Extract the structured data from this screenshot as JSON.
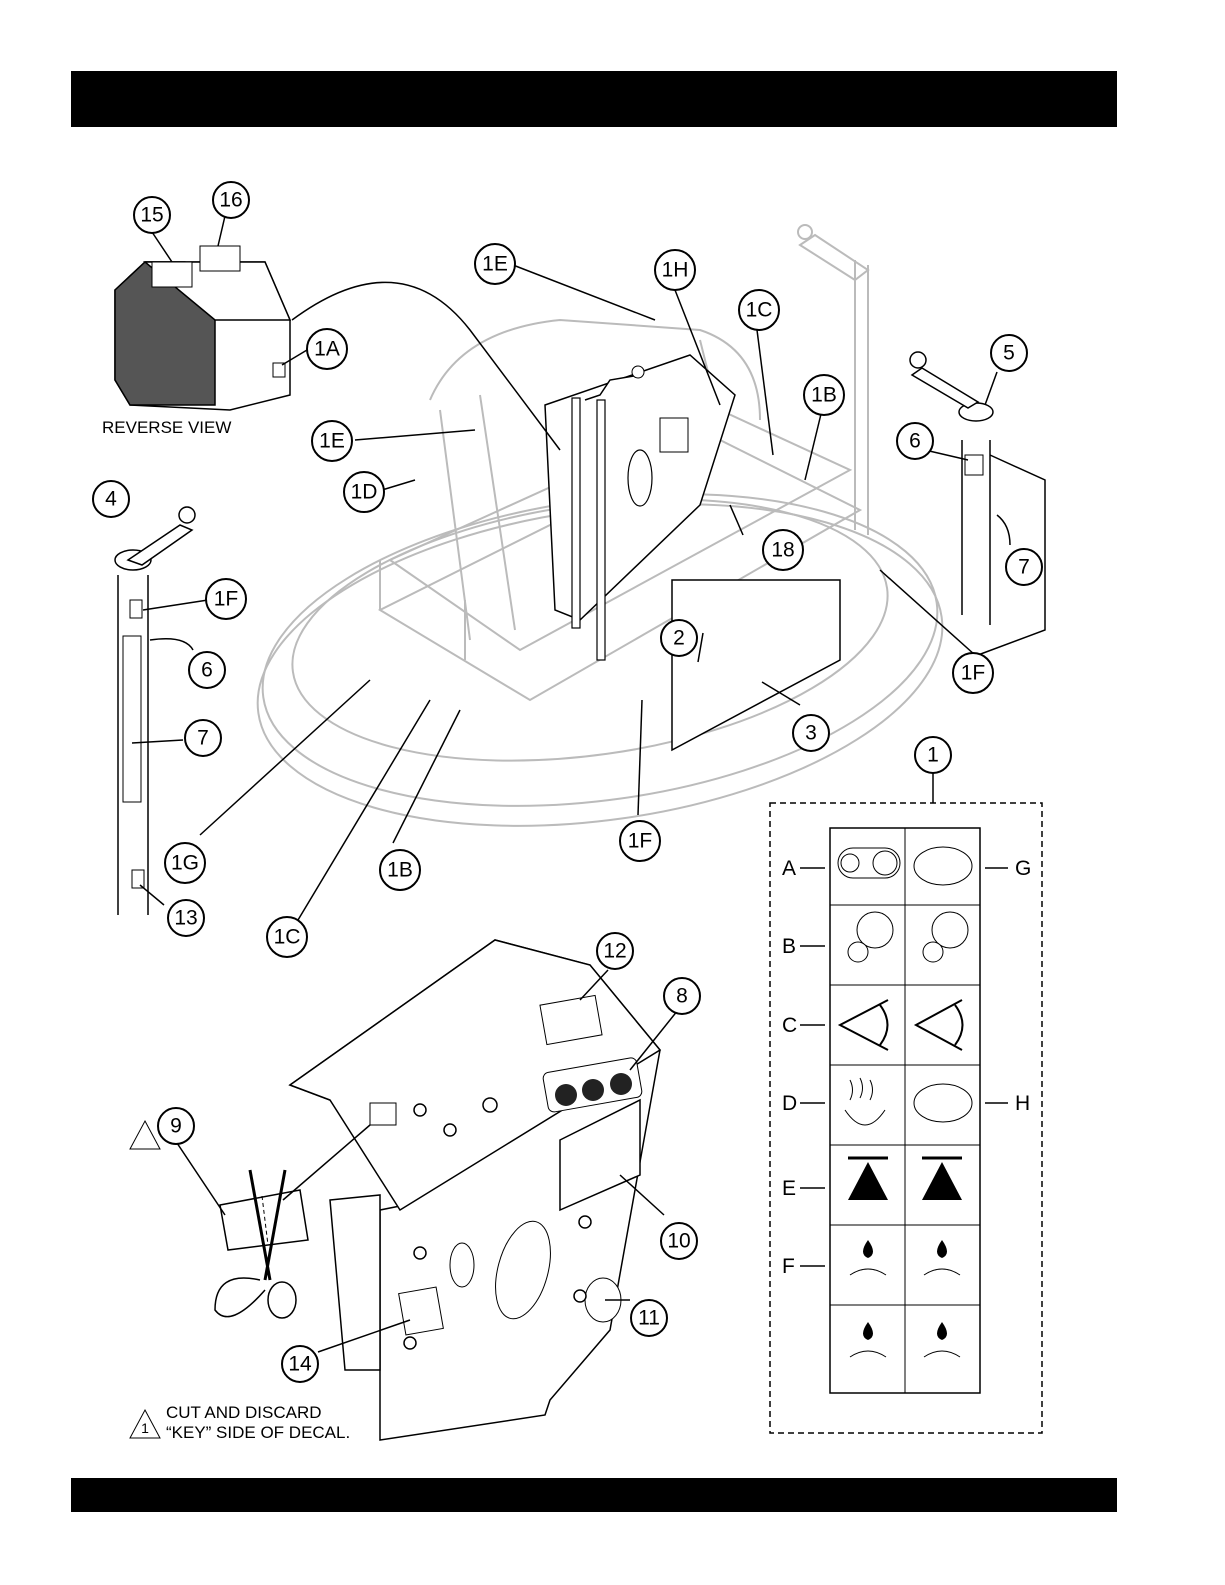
{
  "header": {
    "title": ""
  },
  "labels": {
    "reverse_view": "REVERSE VIEW",
    "note_number": "1",
    "note_line1": "CUT AND DISCARD",
    "note_line2": "“KEY” SIDE OF DECAL."
  },
  "callouts": [
    "15",
    "16",
    "1A",
    "1E",
    "1H",
    "1C",
    "1B",
    "5",
    "6",
    "7",
    "1E",
    "1D",
    "4",
    "1F",
    "6",
    "7",
    "18",
    "2",
    "1F",
    "3",
    "1G",
    "1B",
    "1F",
    "1C",
    "13",
    "1",
    "12",
    "8",
    "9",
    "10",
    "11",
    "14"
  ],
  "decal_chart": {
    "letters_left": [
      "A",
      "B",
      "C",
      "D",
      "E",
      "F"
    ],
    "letters_right": [
      "G",
      "H"
    ]
  },
  "colors": {
    "bar": "#000000",
    "machine_outline": "#bbbbbb"
  }
}
